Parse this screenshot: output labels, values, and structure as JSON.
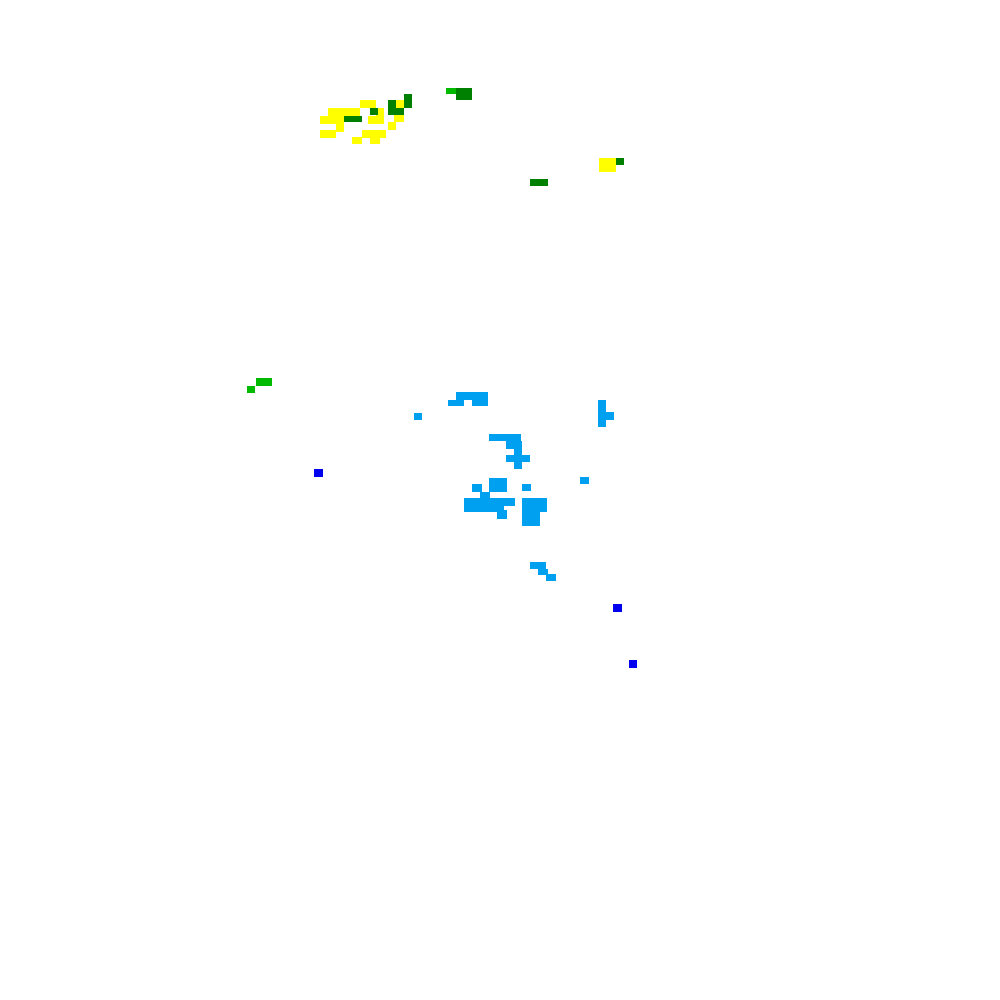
{
  "map": {
    "background": "#ffffff",
    "palette": {
      "yellow": "#ffff00",
      "dark_green": "#008000",
      "green": "#00bb00",
      "light_blue": "#00a0f0",
      "blue": "#0000ee"
    },
    "clusters": [
      {
        "name": "yellow-cluster-north",
        "color": "yellow"
      },
      {
        "name": "dark-green-cluster-north",
        "color": "dark_green"
      },
      {
        "name": "green-cluster-north",
        "color": "green"
      },
      {
        "name": "yellow-patch-northeast",
        "color": "yellow"
      },
      {
        "name": "dark-green-patch-northeast",
        "color": "dark_green"
      },
      {
        "name": "green-patch-west",
        "color": "green"
      },
      {
        "name": "light-blue-cluster-center",
        "color": "light_blue"
      },
      {
        "name": "blue-dots",
        "color": "blue"
      }
    ]
  }
}
